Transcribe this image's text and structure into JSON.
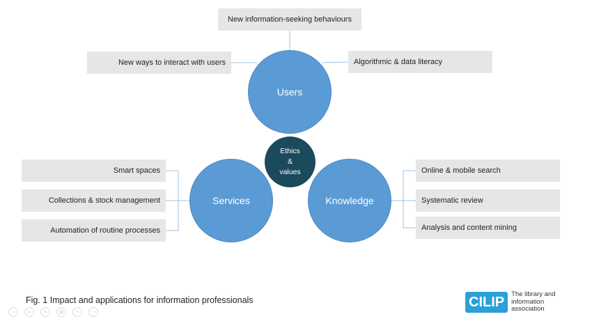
{
  "hubs": {
    "users": "Users",
    "services": "Services",
    "knowledge": "Knowledge"
  },
  "ethics": {
    "line1": "Ethics",
    "line2": "&",
    "line3": "values"
  },
  "users_items": {
    "top": "New information-seeking behaviours",
    "left": "New ways to interact with users",
    "right": "Algorithmic & data literacy"
  },
  "services_items": [
    "Smart spaces",
    "Collections & stock management",
    "Automation of routine processes"
  ],
  "knowledge_items": [
    "Online & mobile search",
    "Systematic review",
    "Analysis and content mining"
  ],
  "caption": "Fig. 1 Impact and applications for information professionals",
  "logo": {
    "mark": "CILIP",
    "text": "The library and information association"
  },
  "colors": {
    "hub": "#5b9bd5",
    "ethics": "#1b4a5c",
    "box": "#e7e6e6",
    "logo": "#2a9fd8"
  }
}
